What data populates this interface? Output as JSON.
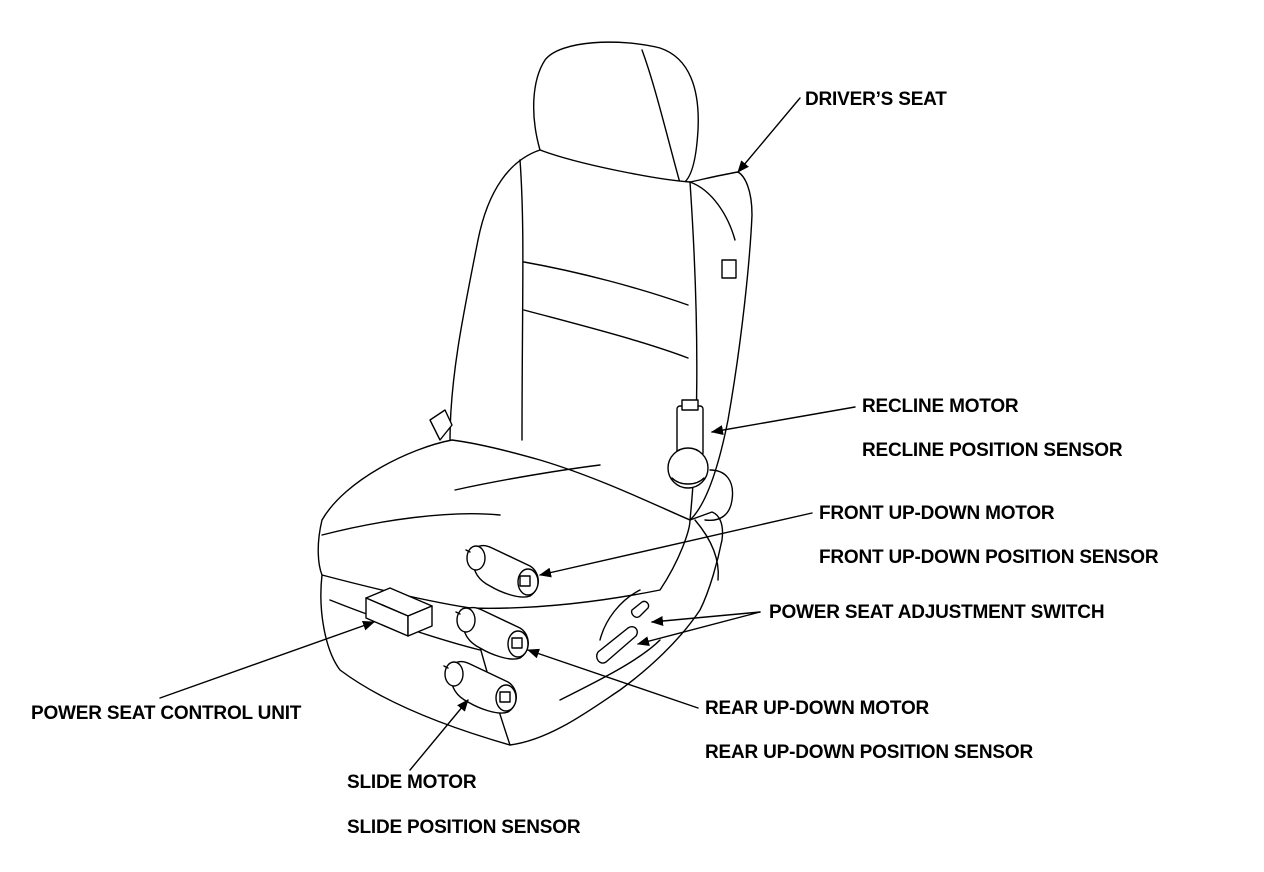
{
  "labels": {
    "drivers_seat": "DRIVER’S SEAT",
    "recline_motor": "RECLINE MOTOR",
    "recline_position_sensor": "RECLINE POSITION SENSOR",
    "front_up_down_motor": "FRONT UP-DOWN MOTOR",
    "front_up_down_position_sensor": "FRONT UP-DOWN POSITION SENSOR",
    "power_seat_adjustment_switch": "POWER SEAT ADJUSTMENT SWITCH",
    "power_seat_control_unit": "POWER SEAT CONTROL UNIT",
    "rear_up_down_motor": "REAR UP-DOWN MOTOR",
    "rear_up_down_position_sensor": "REAR UP-DOWN POSITION SENSOR",
    "slide_motor": "SLIDE MOTOR",
    "slide_position_sensor": "SLIDE POSITION SENSOR"
  },
  "colors": {
    "ink": "#000000",
    "paper": "#ffffff"
  }
}
